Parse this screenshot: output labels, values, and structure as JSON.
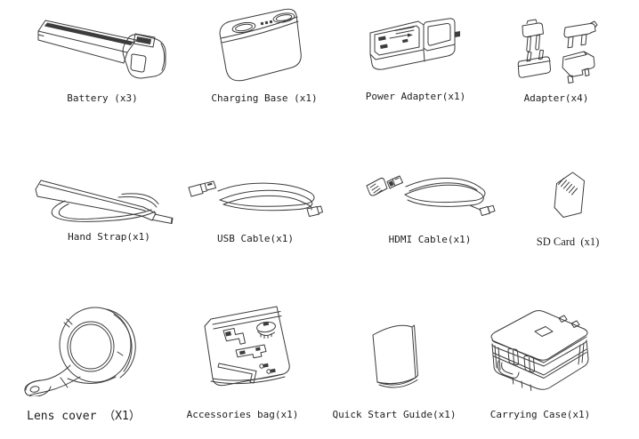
{
  "page": {
    "background": "#ffffff",
    "line_color": "#3c3c3c",
    "text_color": "#1e1e1e"
  },
  "items": [
    {
      "id": "battery",
      "label": "Battery (x3)"
    },
    {
      "id": "charging-base",
      "label": "Charging Base (x1)"
    },
    {
      "id": "power-adapter",
      "label": "Power Adapter(x1)"
    },
    {
      "id": "adapter",
      "label": "Adapter(x4)"
    },
    {
      "id": "hand-strap",
      "label": "Hand Strap(x1)"
    },
    {
      "id": "usb-cable",
      "label": "USB Cable(x1)"
    },
    {
      "id": "hdmi-cable",
      "label": "HDMI Cable(x1)"
    },
    {
      "id": "sd-card",
      "label": "SD Card  (x1)"
    },
    {
      "id": "lens-cover",
      "label": "Lens cover （X1）"
    },
    {
      "id": "accessories-bag",
      "label": "Accessories bag(x1)"
    },
    {
      "id": "quick-start-guide",
      "label": "Quick Start Guide(x1)"
    },
    {
      "id": "carrying-case",
      "label": "Carrying Case(x1)"
    }
  ]
}
